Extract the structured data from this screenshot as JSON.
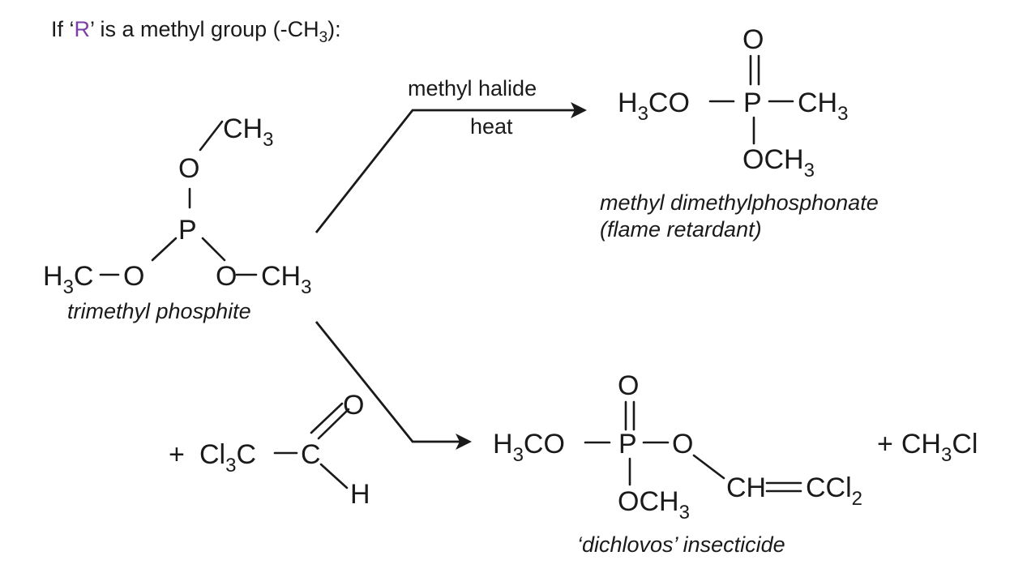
{
  "heading": {
    "prefix": "If ‘",
    "r": "R",
    "middle": "’ is a methyl group (-CH",
    "sub": "3",
    "suffix": "):",
    "r_color": "#7b3fa6"
  },
  "atoms": {
    "O": "O",
    "P": "P",
    "C": "C",
    "H": "H",
    "CH": "CH",
    "CO": "CO",
    "Cl": "Cl",
    "CCl": "CCl",
    "sub3": "3",
    "sub2": "2",
    "plus": "+"
  },
  "conditions": {
    "reagent": "methyl  halide",
    "heat": "heat"
  },
  "names": {
    "reactant": "trimethyl phosphite",
    "product1_line1": "methyl dimethylphosphonate",
    "product1_line2": "(flame retardant)",
    "product2": "‘dichlovos’ insecticide"
  }
}
